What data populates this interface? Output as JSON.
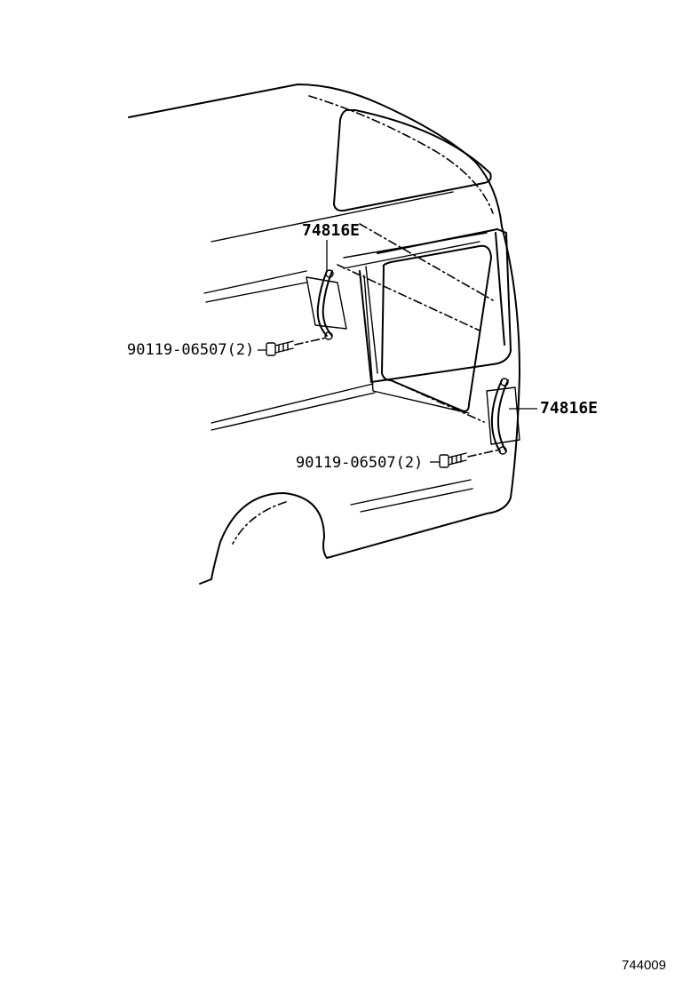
{
  "labels": {
    "part_upper": "74816E",
    "part_lower": "74816E",
    "bolt_upper": "90119-06507(2)",
    "bolt_lower": "90119-06507(2)"
  },
  "diagram_id": "744009"
}
